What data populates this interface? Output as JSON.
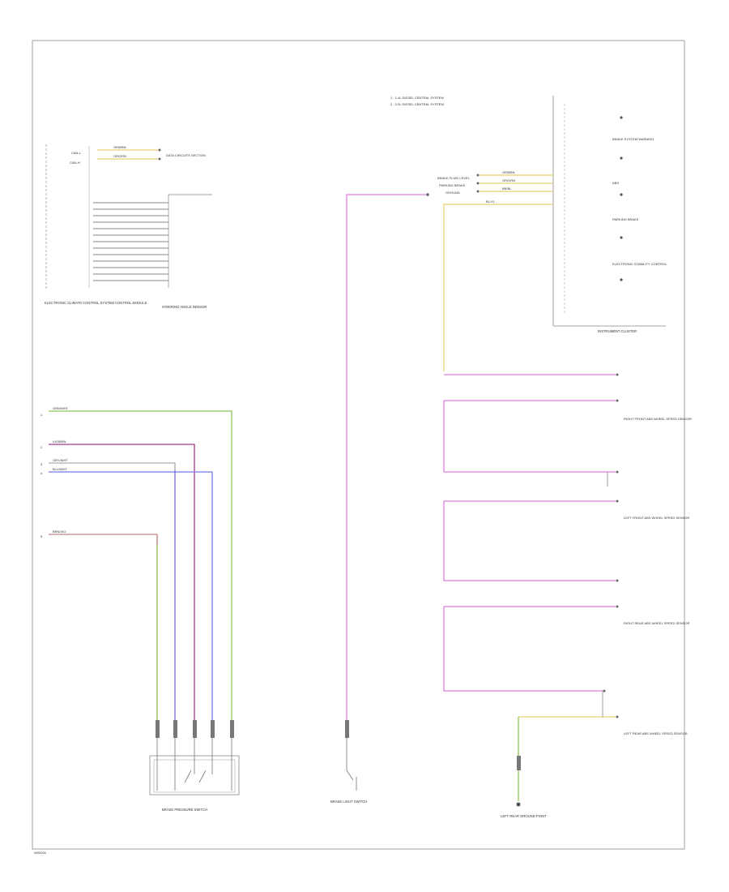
{
  "footer_code": "W00000",
  "notes": {
    "line_1": "1 - 1.4L DIESEL CENTRAL SYSTEM",
    "line_2": "2 - 2.0L DIESEL CENTRAL SYSTEM"
  },
  "colors": {
    "frame": "#888888",
    "wire_gray": "#999999",
    "wire_pink": "#e27ee2",
    "wire_yellow": "#e8d070",
    "wire_green": "#8cc85a",
    "wire_purple": "#a03c8c",
    "wire_blue": "#7878e8",
    "wire_brown": "#b46464"
  },
  "components": {
    "ecm_upper_label": "ELECTRONIC CLIMATE CONTROL SYSTEM CONTROL MODULE",
    "ecm_upper_pins": [
      "CAN-L",
      "CAN-H"
    ],
    "ecm_upper_wires": [
      "OR/BRN",
      "OR/GRN"
    ],
    "ecm_upper_dest": "DATA CIRCUITS SECTION",
    "steering_label": "STEERING ANGLE SENSOR",
    "cluster_label": "INSTRUMENT CLUSTER",
    "cluster_items": [
      "BRAKE SYSTEM WARNING",
      "ABS",
      "PARKING BRAKE",
      "ELECTRONIC STABILITY CONTROL"
    ],
    "cluster_inputs": [
      "BRAKE FLUID LEVEL",
      "PARKING BRAKE",
      "GROUND"
    ],
    "cluster_wires": [
      "OR/BRN",
      "OR/GRN",
      "BR/BL",
      "BL/YL"
    ],
    "wheel_sensors": [
      "RIGHT FRONT ABS WHEEL SPEED SENSOR",
      "LEFT FRONT ABS WHEEL SPEED SENSOR",
      "RIGHT REAR ABS WHEEL SPEED SENSOR",
      "LEFT REAR ABS WHEEL SPEED SENSOR"
    ],
    "brake_switch_label": "BRAKE PRESSURE SWITCH",
    "brake_light_label": "BRAKE LIGHT SWITCH",
    "left_ground_label": "LEFT REAR GROUND POINT",
    "left_wire_labels": [
      "GRN/WHT",
      "VIO/BRN",
      "GRY/WHT",
      "BLU/WHT",
      "BRN/VIO"
    ],
    "left_pins": [
      "1",
      "2",
      "3",
      "4",
      "5"
    ]
  }
}
